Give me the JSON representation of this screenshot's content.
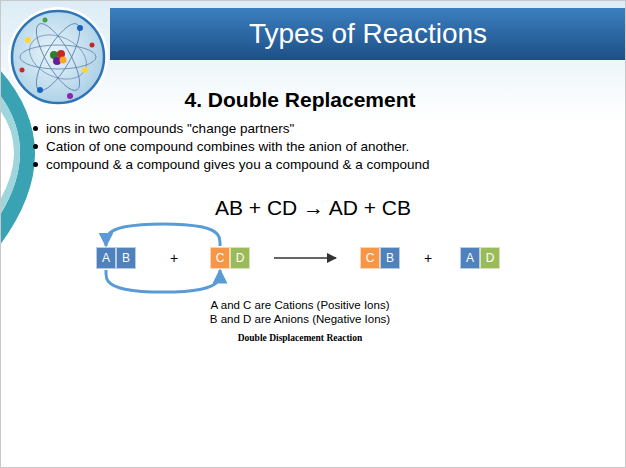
{
  "diagram": {
    "title": "Types of Reactions",
    "nodes": [
      {
        "text": [
          "A"
        ]
      },
      {
        "text": [
          "B"
        ]
      },
      {
        "text": [
          "C"
        ]
      },
      {
        "text": [
          "D"
        ]
      },
      {
        "text": [
          "C"
        ]
      },
      {
        "text": [
          "B"
        ]
      },
      {
        "text": [
          "A"
        ]
      },
      {
        "text": [
          "D"
        ]
      }
    ],
    "edges": [
      {
        "from": 2,
        "to": 0,
        "arrow": "to"
      },
      {
        "from": 0,
        "to": 2,
        "arrow": "to"
      },
      {
        "from": 3,
        "to": 4,
        "arrow": "to"
      }
    ],
    "labels": [
      "4. Double Replacement",
      "ions in two compounds \"change partners\"",
      "Cation of one compound combines with the anion of another.",
      "compound & a compound gives you a compound & a compound",
      "AB + CD → AD + CB",
      "+",
      "+",
      "A and C are Cations (Positive Ions)",
      "B and D are Anions (Negative Ions)",
      "Double Displacement Reaction"
    ]
  }
}
